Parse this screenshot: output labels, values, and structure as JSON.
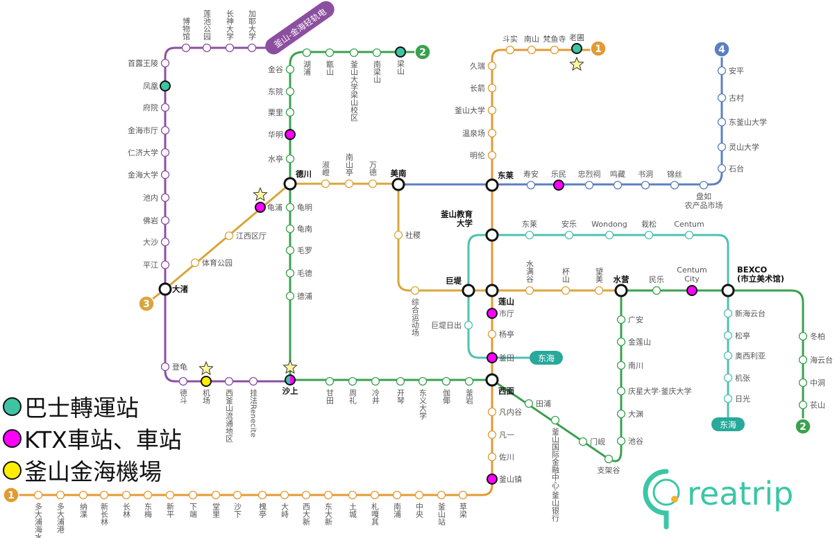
{
  "colors": {
    "line1": "#e39a33",
    "line2": "#3aa14e",
    "line3": "#d9a63c",
    "line4": "#5b7fc0",
    "lrt": "#8c4fa0",
    "donghae": "#4fc0b3",
    "bus": "#3dc4a3",
    "ktx": "#ff00ff",
    "airport": "#ffee00",
    "brand": "#3cc6a6"
  },
  "badges": {
    "line1": "1",
    "line2": "2",
    "line3": "3",
    "line4": "4",
    "donghae": "东海",
    "lrt": "釜山-金海轻轨电"
  },
  "lines": [
    {
      "id": "line1",
      "stations": [
        {
          "name": "多大浦海水浴场"
        },
        {
          "name": "多大浦港"
        },
        {
          "name": "纳渫"
        },
        {
          "name": "新长林"
        },
        {
          "name": "长林"
        },
        {
          "name": "东梅"
        },
        {
          "name": "新平"
        },
        {
          "name": "下端"
        },
        {
          "name": "堂里"
        },
        {
          "name": "沙下"
        },
        {
          "name": "槐亭"
        },
        {
          "name": "大峙"
        },
        {
          "name": "西大新"
        },
        {
          "name": "东大新"
        },
        {
          "name": "土城"
        },
        {
          "name": "札嘎其"
        },
        {
          "name": "南浦"
        },
        {
          "name": "中央"
        },
        {
          "name": "釜山站"
        },
        {
          "name": "草梁"
        },
        {
          "name": "釜山镇",
          "type": "ktx"
        },
        {
          "name": "佐川"
        },
        {
          "name": "凡一"
        },
        {
          "name": "凡内谷"
        },
        {
          "name": "西面",
          "type": "transfer"
        },
        {
          "name": "釜田",
          "type": "ktx"
        },
        {
          "name": "杨亭"
        },
        {
          "name": "市厅",
          "type": "ktx"
        },
        {
          "name": "莲山",
          "type": "transfer"
        },
        {
          "name": "釜山教育",
          "sub": "大学",
          "type": "transfer"
        },
        {
          "name": "东莱",
          "type": "transfer"
        },
        {
          "name": "明伦"
        },
        {
          "name": "温泉场"
        },
        {
          "name": "釜山大学"
        },
        {
          "name": "长箭"
        },
        {
          "name": "久瑞"
        },
        {
          "name": "斗实"
        },
        {
          "name": "南山"
        },
        {
          "name": "梵鱼寺"
        },
        {
          "name": "老圃",
          "type": "bus"
        }
      ]
    },
    {
      "id": "line2",
      "stations": [
        {
          "name": "梁山",
          "type": "bus"
        },
        {
          "name": "南梁山"
        },
        {
          "name": "釜山大学梁山校区"
        },
        {
          "name": "甑山"
        },
        {
          "name": "湖浦"
        },
        {
          "name": "金谷"
        },
        {
          "name": "东院"
        },
        {
          "name": "栗里"
        },
        {
          "name": "华明",
          "type": "ktx"
        },
        {
          "name": "水亭"
        },
        {
          "name": "德川",
          "type": "transfer"
        },
        {
          "name": "龟明"
        },
        {
          "name": "龟南"
        },
        {
          "name": "毛罗"
        },
        {
          "name": "毛德"
        },
        {
          "name": "德浦"
        },
        {
          "name": "沙上",
          "type": "bus-ktx"
        },
        {
          "name": "甘田"
        },
        {
          "name": "周礼"
        },
        {
          "name": "冷井"
        },
        {
          "name": "开琴"
        },
        {
          "name": "东义大学"
        },
        {
          "name": "伽倻"
        },
        {
          "name": "釜岩"
        },
        {
          "name": "田浦"
        },
        {
          "name": "釜山国际金融中心·釜山银行"
        },
        {
          "name": "门岘"
        },
        {
          "name": "支架谷"
        },
        {
          "name": "池谷"
        },
        {
          "name": "大渊"
        },
        {
          "name": "庆星大学·釜庆大学"
        },
        {
          "name": "南川"
        },
        {
          "name": "金莲山"
        },
        {
          "name": "广安"
        },
        {
          "name": "水营",
          "type": "transfer"
        },
        {
          "name": "民乐"
        },
        {
          "name": "Centum",
          "sub": "City",
          "type": "ktx"
        },
        {
          "name": "BEXCO",
          "sub": "(市立美术馆)",
          "type": "transfer"
        },
        {
          "name": "冬柏"
        },
        {
          "name": "海云台"
        },
        {
          "name": "中洞"
        },
        {
          "name": "苌山"
        }
      ]
    },
    {
      "id": "line3",
      "stations": [
        {
          "name": "大渚",
          "type": "transfer"
        },
        {
          "name": "体育公园"
        },
        {
          "name": "江西区厅"
        },
        {
          "name": "龟浦",
          "type": "ktx"
        },
        {
          "name": "淑嶝"
        },
        {
          "name": "南山亭"
        },
        {
          "name": "万德"
        },
        {
          "name": "美南",
          "type": "transfer"
        },
        {
          "name": "社稷"
        },
        {
          "name": "综合运动场"
        },
        {
          "name": "巨堤",
          "type": "transfer"
        },
        {
          "name": "水满谷"
        },
        {
          "name": "杯山"
        },
        {
          "name": "望美"
        }
      ]
    },
    {
      "id": "line4",
      "stations": [
        {
          "name": "寿安"
        },
        {
          "name": "乐民",
          "type": "ktx"
        },
        {
          "name": "忠烈祠"
        },
        {
          "name": "鸣藏"
        },
        {
          "name": "书洞"
        },
        {
          "name": "锦丝"
        },
        {
          "name": "盘如",
          "sub": "农产品市场"
        },
        {
          "name": "石台"
        },
        {
          "name": "灵山大学"
        },
        {
          "name": "东釜山大学"
        },
        {
          "name": "古村"
        },
        {
          "name": "安平"
        }
      ]
    },
    {
      "id": "lrt",
      "stations": [
        {
          "name": "挂法Renecite"
        },
        {
          "name": "西釜山流通地区"
        },
        {
          "name": "机场",
          "type": "airport"
        },
        {
          "name": "德斗"
        },
        {
          "name": "登龟"
        },
        {
          "name": "平江"
        },
        {
          "name": "大沙"
        },
        {
          "name": "佛岩"
        },
        {
          "name": "池内"
        },
        {
          "name": "金海大学"
        },
        {
          "name": "仁济大学"
        },
        {
          "name": "金海市厅"
        },
        {
          "name": "府院"
        },
        {
          "name": "凤凰",
          "type": "bus"
        },
        {
          "name": "首露王陵"
        },
        {
          "name": "博物馆"
        },
        {
          "name": "莲池公园"
        },
        {
          "name": "长神大学"
        },
        {
          "name": "加耶大学"
        }
      ]
    },
    {
      "id": "donghae",
      "stations": [
        {
          "name": "巨堤日出"
        },
        {
          "name": "东莱"
        },
        {
          "name": "安乐"
        },
        {
          "name": "Wondong"
        },
        {
          "name": "栽松"
        },
        {
          "name": "Centum"
        },
        {
          "name": "新海云台"
        },
        {
          "name": "松亭"
        },
        {
          "name": "奥西利亚"
        },
        {
          "name": "机张"
        },
        {
          "name": "日光"
        }
      ]
    }
  ],
  "legend": [
    {
      "label": "巴士轉運站",
      "color": "#3dc4a3"
    },
    {
      "label": "KTX車站、車站",
      "color": "#ff00ff"
    },
    {
      "label": "釜山金海機場",
      "color": "#ffee00"
    }
  ],
  "logo": {
    "text": "Creatrip"
  }
}
